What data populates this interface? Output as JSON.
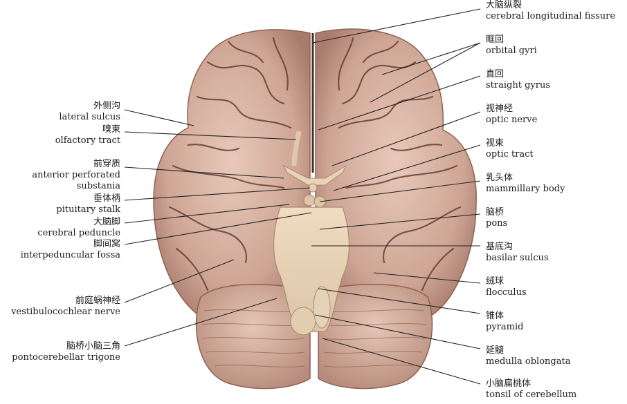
{
  "labels_right": [
    {
      "cn": "大脑纵裂",
      "en": "cerebral longitudinal fissure"
    },
    {
      "cn": "眶回",
      "en": "orbital gyri"
    },
    {
      "cn": "直回",
      "en": "straight gyrus"
    },
    {
      "cn": "视神经",
      "en": "optic nerve"
    },
    {
      "cn": "视束",
      "en": "optic tract"
    },
    {
      "cn": "乳头体",
      "en": "mammillary body"
    },
    {
      "cn": "脑桥",
      "en": "pons"
    },
    {
      "cn": "基底沟",
      "en": "basilar sulcus"
    },
    {
      "cn": "绒球",
      "en": "flocculus"
    },
    {
      "cn": "锥体",
      "en": "pyramid"
    },
    {
      "cn": "延髓",
      "en": "medulla oblongata"
    },
    {
      "cn": "小脑扁桃体",
      "en": "tonsil of cerebellum"
    }
  ],
  "labels_left": [
    {
      "cn": "外侧沟",
      "en": "lateral sulcus"
    },
    {
      "cn": "嗅束",
      "en": "olfactory tract"
    },
    {
      "cn": "前穿质",
      "en": "anterior perforated substania"
    },
    {
      "cn": "垂体柄",
      "en": "pituitary stalk"
    },
    {
      "cn": "大脑脚",
      "en": "cerebral peduncle"
    },
    {
      "cn": "脚间窝",
      "en": "interpeduncular fossa"
    },
    {
      "cn": "前庭蜗神经",
      "en": "vestibulocochlear nerve"
    },
    {
      "cn": "脑桥小脑三角",
      "en": "pontocerebellar trigone"
    }
  ]
}
